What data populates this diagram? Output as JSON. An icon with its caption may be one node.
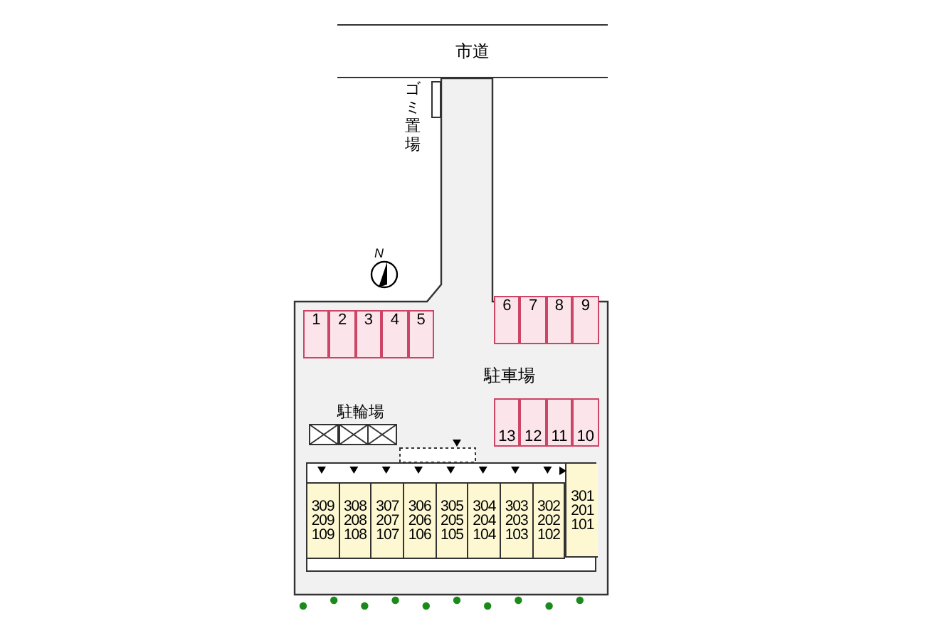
{
  "diagram": {
    "nodes": [
      {
        "text": [
          "市道"
        ]
      },
      {
        "text": [],
        "shape": "box"
      },
      {
        "text": [
          "ゴミ置場"
        ]
      },
      {
        "text": [
          "1"
        ],
        "in": 1
      },
      {
        "text": [
          "2"
        ],
        "in": 1
      },
      {
        "text": [
          "3"
        ],
        "in": 1
      },
      {
        "text": [
          "4"
        ],
        "in": 1
      },
      {
        "text": [
          "5"
        ],
        "in": 1
      },
      {
        "text": [
          "6"
        ],
        "in": 1
      },
      {
        "text": [
          "7"
        ],
        "in": 1
      },
      {
        "text": [
          "8"
        ],
        "in": 1
      },
      {
        "text": [
          "9"
        ],
        "in": 1
      },
      {
        "text": [
          "13"
        ],
        "in": 1
      },
      {
        "text": [
          "12"
        ],
        "in": 1
      },
      {
        "text": [
          "11"
        ],
        "in": 1
      },
      {
        "text": [
          "10"
        ],
        "in": 1
      },
      {
        "text": [
          "駐輪場"
        ],
        "in": 1
      },
      {
        "text": [],
        "shape": "box",
        "in": 1
      },
      {
        "text": [
          "309 209 109"
        ],
        "in": 17
      },
      {
        "text": [
          "308 208 108"
        ],
        "in": 17
      },
      {
        "text": [
          "307 207 107"
        ],
        "in": 17
      },
      {
        "text": [
          "306 206 106"
        ],
        "in": 17
      },
      {
        "text": [
          "305 205 105"
        ],
        "in": 17
      },
      {
        "text": [
          "304 204 104"
        ],
        "in": 17
      },
      {
        "text": [
          "303 203 103"
        ],
        "in": 17
      },
      {
        "text": [
          "302 202 102"
        ],
        "in": 17
      },
      {
        "text": [
          "301 201 101"
        ],
        "in": 17
      }
    ],
    "labels": [
      "N",
      "駐車場"
    ]
  }
}
